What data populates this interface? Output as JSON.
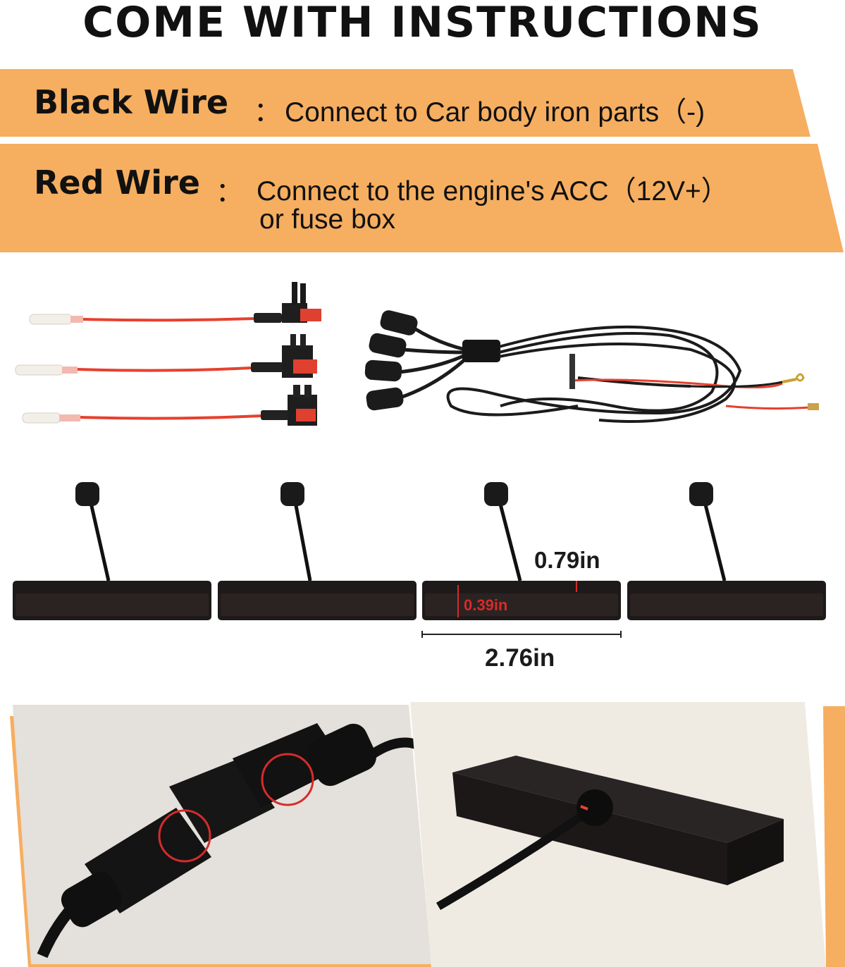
{
  "headline": "COME WITH INSTRUCTIONS",
  "instructions": [
    {
      "label": "Black Wire",
      "separator": "：",
      "description": "Connect to Car body iron parts（-)"
    },
    {
      "label": "Red Wire",
      "separator": "：",
      "description": "Connect to the engine's ACC（12V+）",
      "description_line2": "or fuse box"
    }
  ],
  "dimensions": {
    "height": "0.79in",
    "thickness": "0.39in",
    "length": "2.76in"
  },
  "colors": {
    "band": "#f6ae60",
    "bar": "#1e1a19",
    "wire_red": "#e6402e",
    "highlight": "#d62b2b",
    "photo_left_bg": "#e4e0db",
    "photo_right_bg": "#f0ebe2",
    "photo_border": "#f6ae60"
  },
  "icons": [
    "fuse-tap-icon",
    "wiring-harness-icon",
    "light-bar-icon",
    "connector-icon"
  ]
}
